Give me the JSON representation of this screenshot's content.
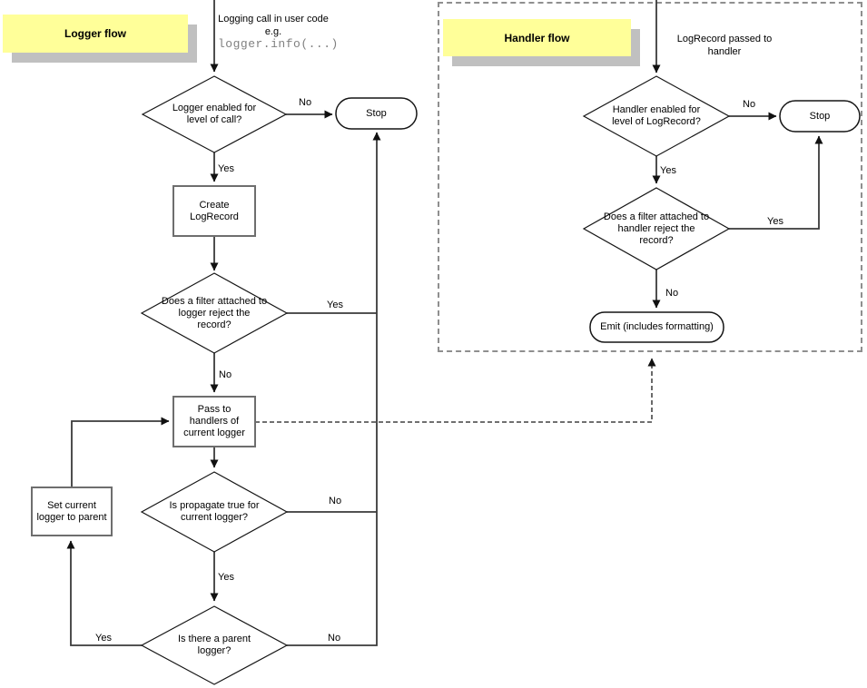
{
  "logger_flow": {
    "title": "Logger flow",
    "start_caption": {
      "line1": "Logging call in user code",
      "line2": "e.g.",
      "code": "logger.info(...)"
    },
    "nodes": {
      "level_check": "Logger enabled for level of call?",
      "stop": "Stop",
      "create_logrecord": "Create LogRecord",
      "filter_check": "Does a filter attached to logger reject the record?",
      "pass_to_handlers": "Pass to handlers of current logger",
      "propagate_check": "Is propagate true for current logger?",
      "parent_check": "Is there a parent logger?",
      "set_current_to_parent": "Set current logger to parent"
    },
    "edge_labels": {
      "level_no": "No",
      "level_yes": "Yes",
      "filter_yes": "Yes",
      "filter_no": "No",
      "propagate_no": "No",
      "propagate_yes": "Yes",
      "parent_yes": "Yes",
      "parent_no": "No"
    }
  },
  "handler_flow": {
    "title": "Handler flow",
    "start_caption": "LogRecord passed to handler",
    "nodes": {
      "level_check": "Handler enabled for level of LogRecord?",
      "stop": "Stop",
      "filter_check": "Does a filter attached to handler reject the record?",
      "emit": "Emit (includes formatting)"
    },
    "edge_labels": {
      "level_no": "No",
      "level_yes": "Yes",
      "filter_yes": "Yes",
      "filter_no": "No"
    }
  },
  "colors": {
    "note_fill": "#ffff99",
    "note_shadow": "#c0c0c0",
    "line": "#3a3a3a",
    "box_border": "#6e6e6e",
    "dash_border": "#8f8f8f",
    "code_color": "#808080"
  }
}
